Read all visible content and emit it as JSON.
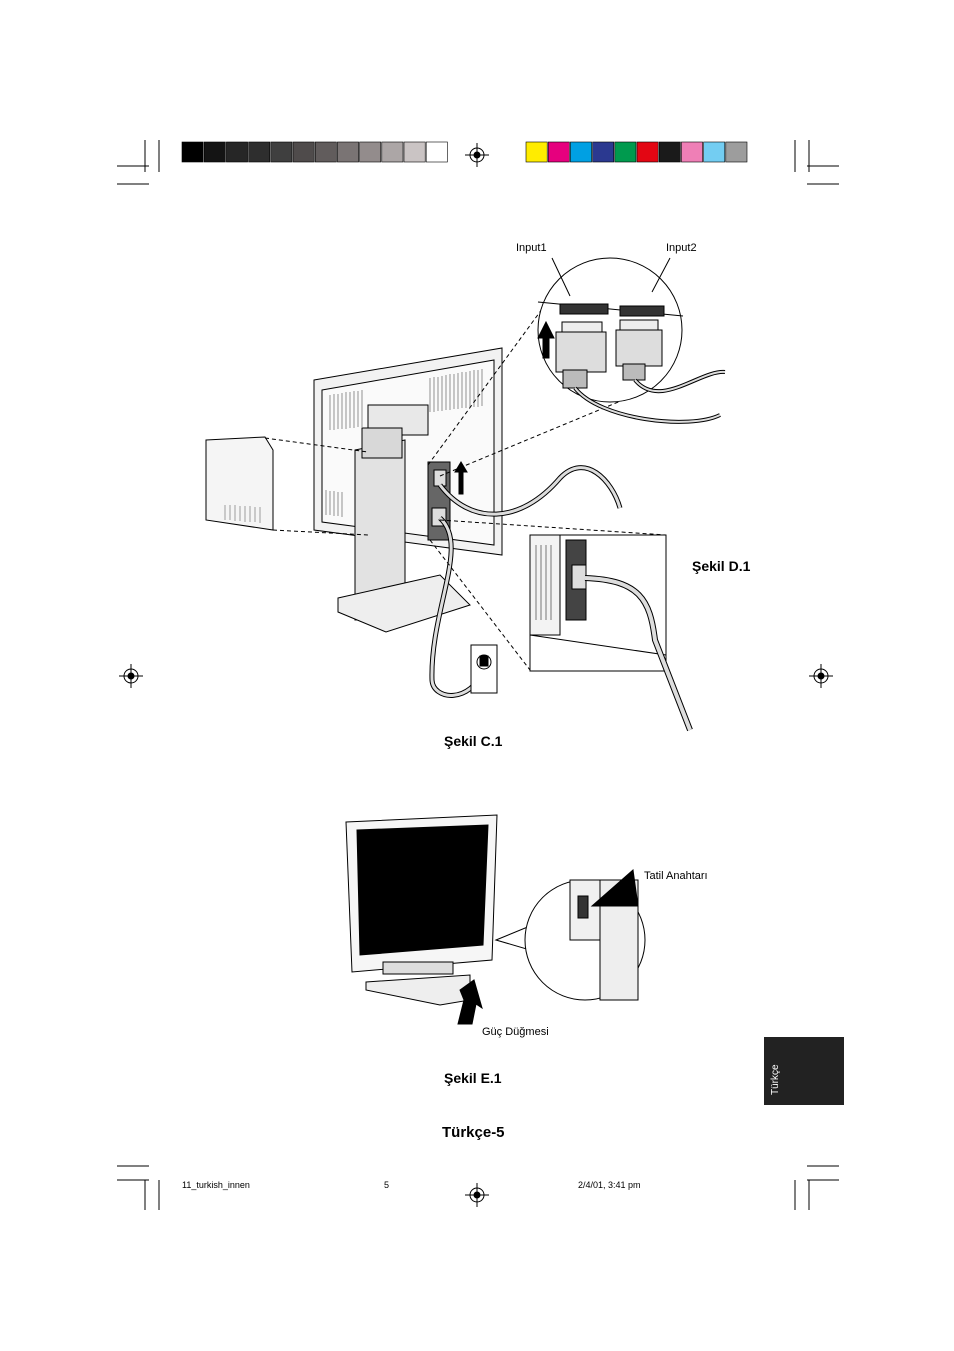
{
  "labels": {
    "input1": "Input1",
    "input2": "Input2",
    "tatil_anahtari": "Tatil Anahtarı",
    "guc_dugmesi": "Güç Düğmesi"
  },
  "captions": {
    "sekil_d1": "Şekil D.1",
    "sekil_c1": "Şekil C.1",
    "sekil_e1": "Şekil E.1"
  },
  "page_title": "Türkçe-5",
  "side_tab": "Türkçe",
  "footer": {
    "file": "11_turkish_innen",
    "page": "5",
    "date": "2/4/01, 3:41 pm"
  },
  "colors": {
    "gray_bar": [
      "#000000",
      "#141414",
      "#262626",
      "#2e2e2e",
      "#3f3f3f",
      "#4f4b4b",
      "#615c5c",
      "#7a7474",
      "#938c8c",
      "#aca6a6",
      "#cac4c4",
      "#ffffff"
    ],
    "color_bar": [
      "#ffec00",
      "#e6007e",
      "#00a0e3",
      "#2b3990",
      "#009a4e",
      "#e30613",
      "#1a1a1a",
      "#ef7fb6",
      "#73cdf2",
      "#9d9d9d"
    ]
  }
}
